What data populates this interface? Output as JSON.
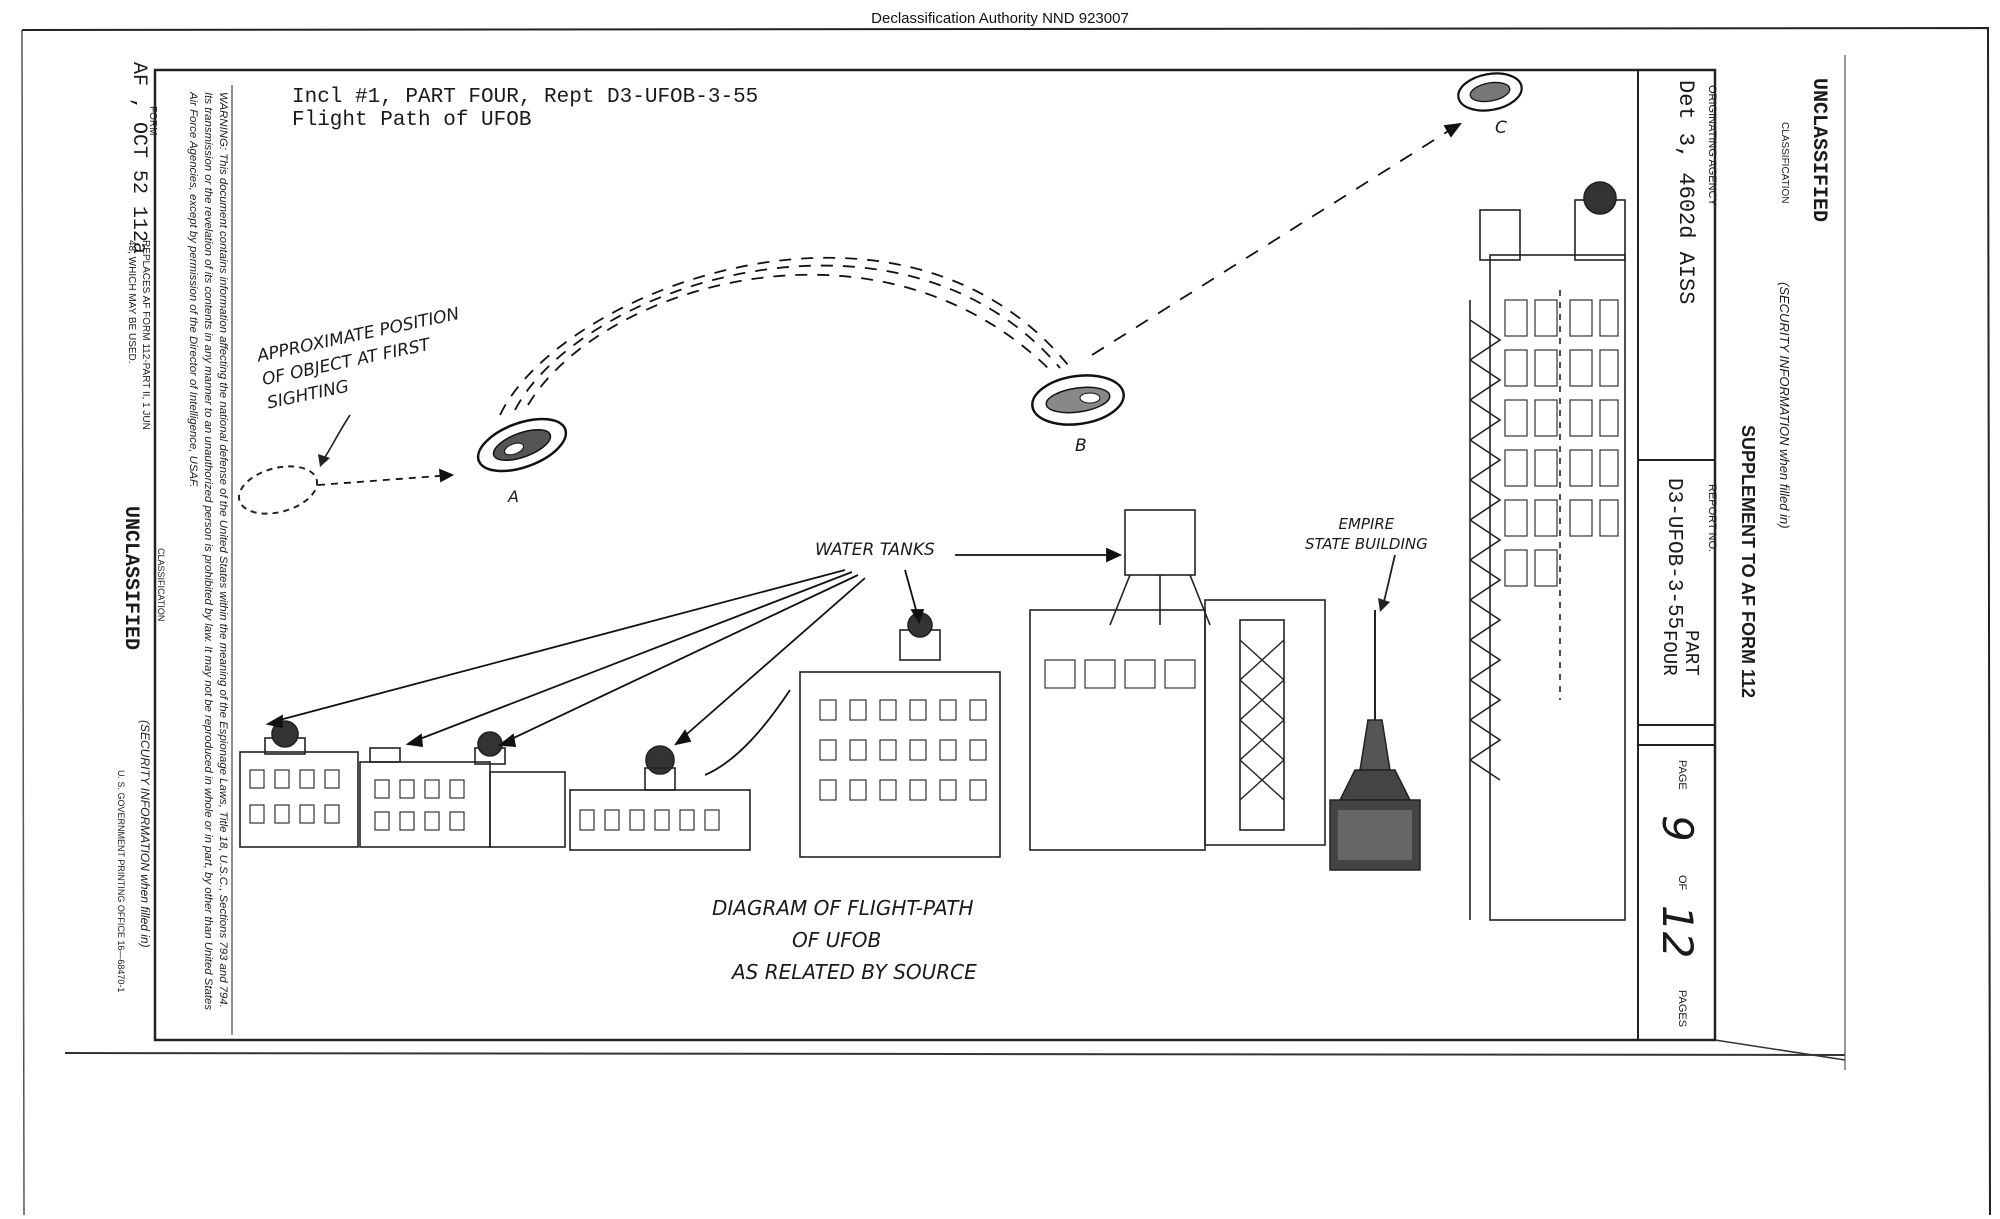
{
  "header": {
    "declassification": "Declassification Authority NND 923007"
  },
  "document": {
    "incl_line": "Incl #1, PART FOUR, Rept D3-UFOB-3-55",
    "subtitle": "Flight Path of UFOB"
  },
  "right_panel": {
    "classification": "UNCLASSIFIED",
    "classification_label": "CLASSIFICATION",
    "security_note": "(SECURITY INFORMATION when filled in)",
    "originating_agency_label": "ORIGINATING AGENCY",
    "originating_agency": "Det 3, 4602d AISS",
    "supplement_title": "SUPPLEMENT TO AF FORM 112",
    "report_no_label": "REPORT NO.",
    "report_no": "D3-UFOB-3-55",
    "part_label": "PART",
    "part_value": "FOUR",
    "page_label": "PAGE",
    "page_number": "9",
    "of_label": "OF",
    "page_total": "12",
    "pages_label": "PAGES"
  },
  "left_panel": {
    "form_label": "FORM",
    "form_id": "AF , OCT 52 112a",
    "replaces_note": "REPLACES AF FORM 112-PART II, 1 JUN 48, WHICH MAY BE USED.",
    "warning": "WARNING: This document contains information affecting the national defense of the United States within the meaning of the Espionage Laws, Title 18, U.S.C., Sections 793 and 794. Its transmission or the revelation of its contents in any manner to an unauthorized person is prohibited by law. It may not be reproduced in whole or in part, by other than United States Air Force Agencies, except by permission of the Director of Intelligence, USAF.",
    "classification": "UNCLASSIFIED",
    "classification_label": "CLASSIFICATION",
    "security_note": "(SECURITY INFORMATION when filled in)",
    "printing_office": "U. S. GOVERNMENT PRINTING OFFICE    16—68470-1"
  },
  "drawing": {
    "approx_position_label": [
      "APPROXIMATE POSITION",
      "OF OBJECT AT FIRST",
      "SIGHTING"
    ],
    "point_a": "A",
    "point_b": "B",
    "point_c": "C",
    "water_tanks_label": "WATER TANKS",
    "empire_label": [
      "EMPIRE",
      "STATE BUILDING"
    ],
    "caption": [
      "DIAGRAM OF FLIGHT-PATH",
      "OF UFOB",
      "AS RELATED BY SOURCE"
    ]
  }
}
